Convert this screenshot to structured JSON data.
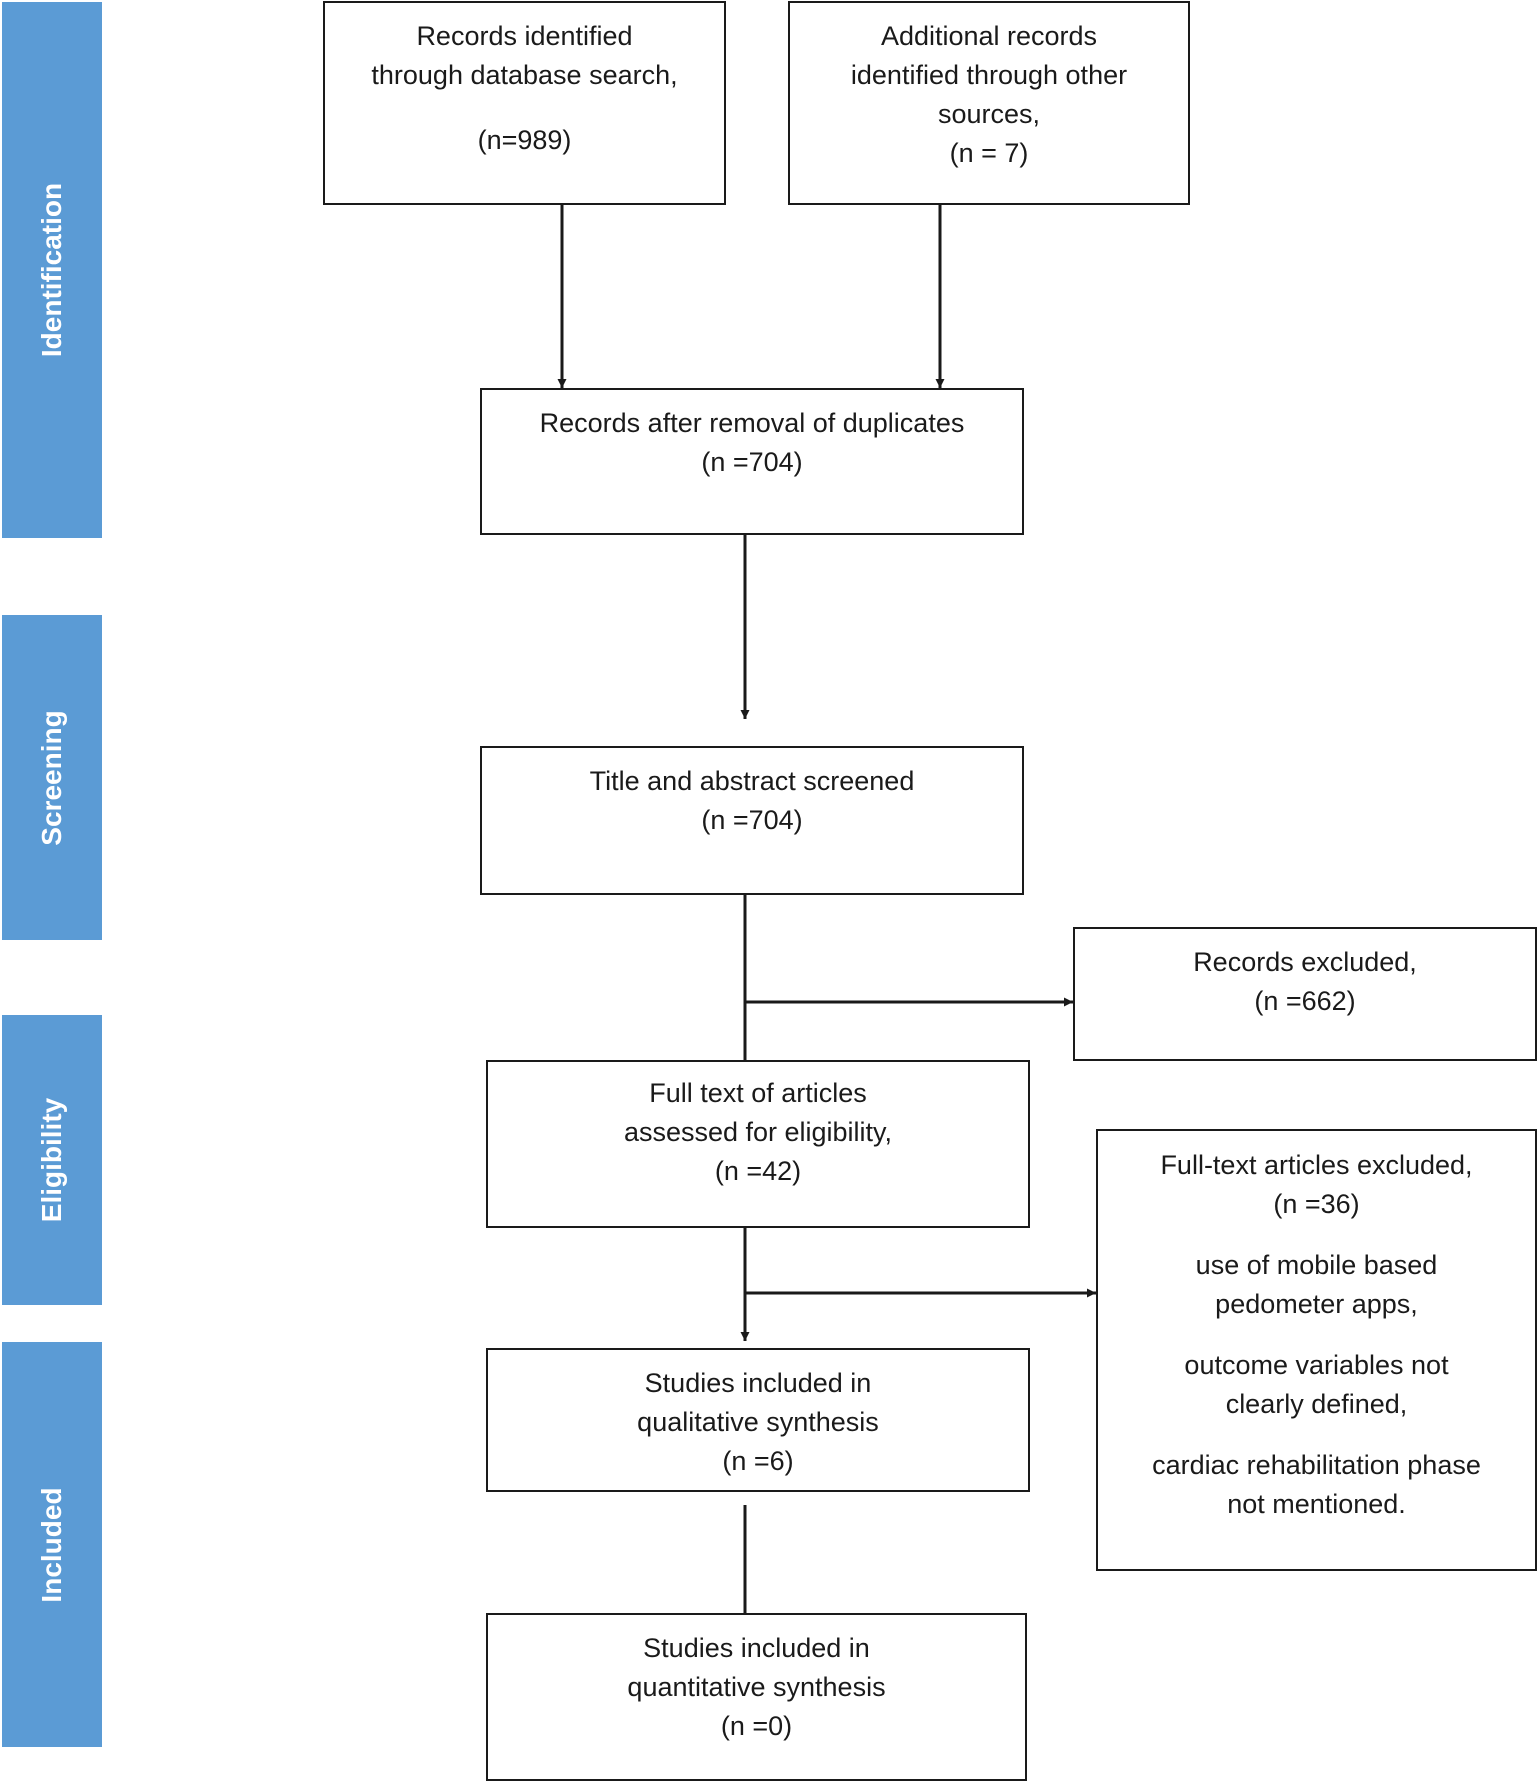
{
  "stages": [
    {
      "id": "identification",
      "label": "Identification"
    },
    {
      "id": "screening",
      "label": "Screening"
    },
    {
      "id": "eligibility",
      "label": "Eligibility"
    },
    {
      "id": "included",
      "label": "Included"
    }
  ],
  "boxes": {
    "database_search": {
      "line1": "Records identified",
      "line2": "through database search,",
      "count": "(n=989)"
    },
    "other_sources": {
      "line1": "Additional records",
      "line2": "identified through other",
      "line3": "sources,",
      "count": "(n = 7)"
    },
    "after_duplicates": {
      "line1": "Records after removal of duplicates",
      "count": "(n =704)"
    },
    "screened": {
      "line1": "Title and abstract screened",
      "count": "(n =704)"
    },
    "records_excluded": {
      "line1": "Records excluded,",
      "count": "(n =662)"
    },
    "full_text_assessed": {
      "line1": "Full text of articles",
      "line2": "assessed for eligibility,",
      "count": "(n =42)"
    },
    "full_text_excluded": {
      "line1": "Full-text articles excluded,",
      "count": "(n =36)",
      "reasons": [
        {
          "line1": "use of mobile based",
          "line2": "pedometer apps,"
        },
        {
          "line1": "outcome variables not",
          "line2": "clearly defined,"
        },
        {
          "line1": "cardiac rehabilitation phase",
          "line2": "not mentioned."
        }
      ]
    },
    "qualitative": {
      "line1": "Studies included in",
      "line2": "qualitative synthesis",
      "count": "(n =6)"
    },
    "quantitative": {
      "line1": "Studies included in",
      "line2": "quantitative synthesis",
      "count": "(n =0)"
    }
  }
}
